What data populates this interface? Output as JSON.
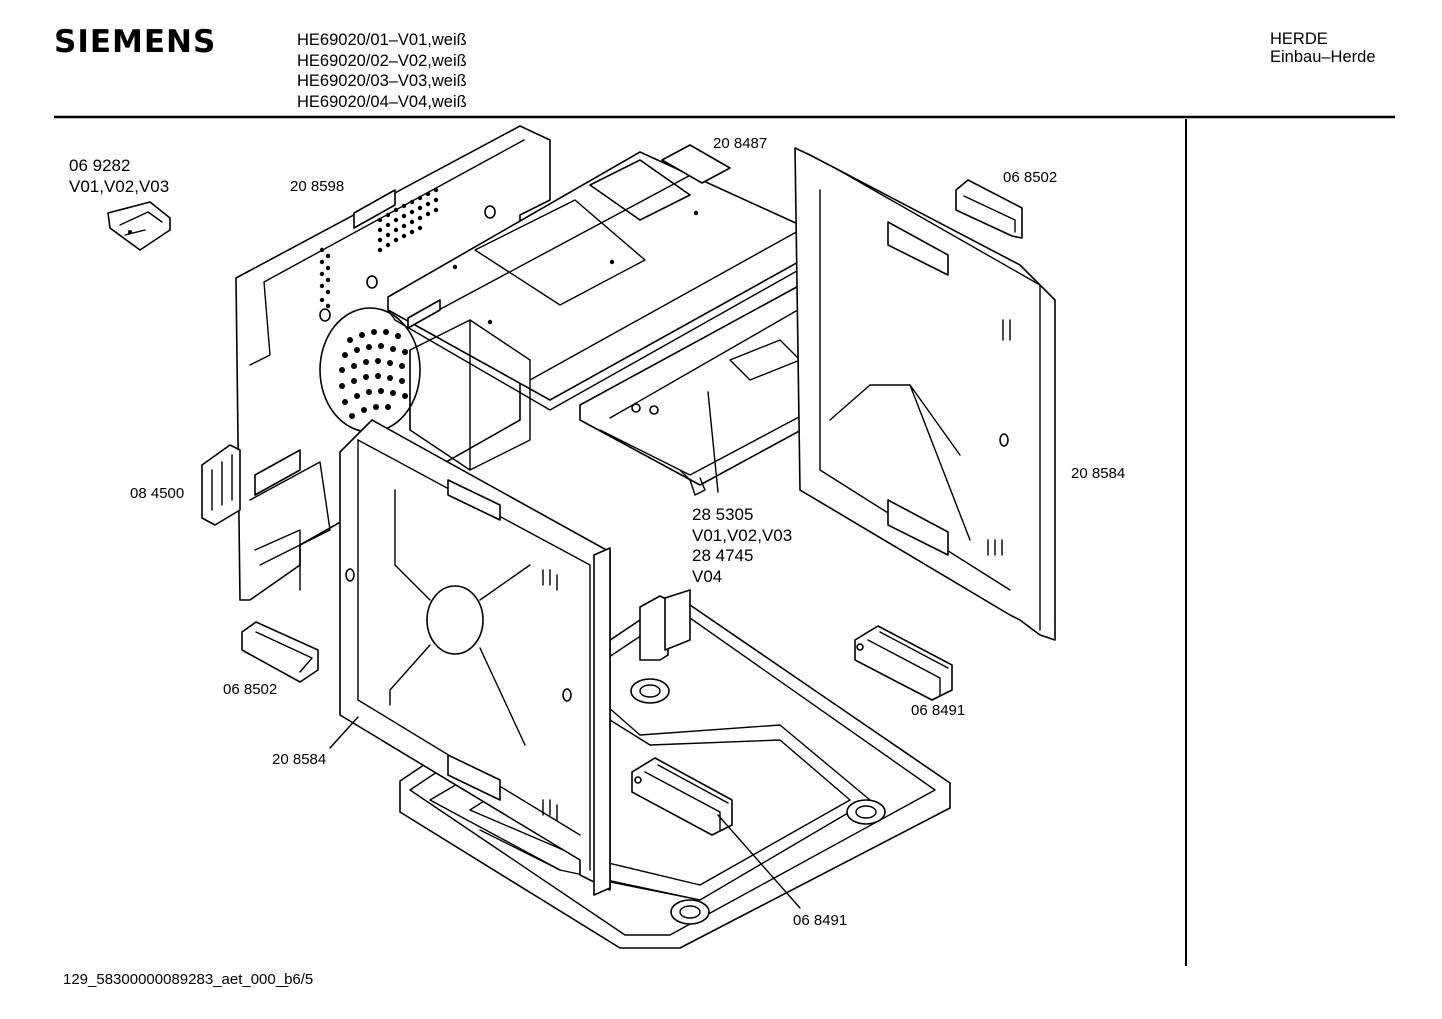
{
  "header": {
    "brand": "SIEMENS",
    "models": [
      "HE69020/01–V01,weiß",
      "HE69020/02–V02,weiß",
      "HE69020/03–V03,weiß",
      "HE69020/04–V04,weiß"
    ],
    "category_line1": "HERDE",
    "category_line2": "Einbau–Herde"
  },
  "parts": {
    "p_069282": "06 9282",
    "p_069282_variants": "V01,V02,V03",
    "p_208598": "20 8598",
    "p_208487": "20 8487",
    "p_068502_top": "06 8502",
    "p_208584_right": "20 8584",
    "p_084500": "08 4500",
    "p_285305": "28 5305",
    "p_285305_variants": "V01,V02,V03",
    "p_284745": "28 4745",
    "p_284745_variants": "V04",
    "p_068502_bottom": "06 8502",
    "p_208584_left": "20 8584",
    "p_068491_right": "06 8491",
    "p_068491_bottom": "06 8491"
  },
  "footer": {
    "code": "129_58300000089283_aet_000_̲b6/5"
  }
}
